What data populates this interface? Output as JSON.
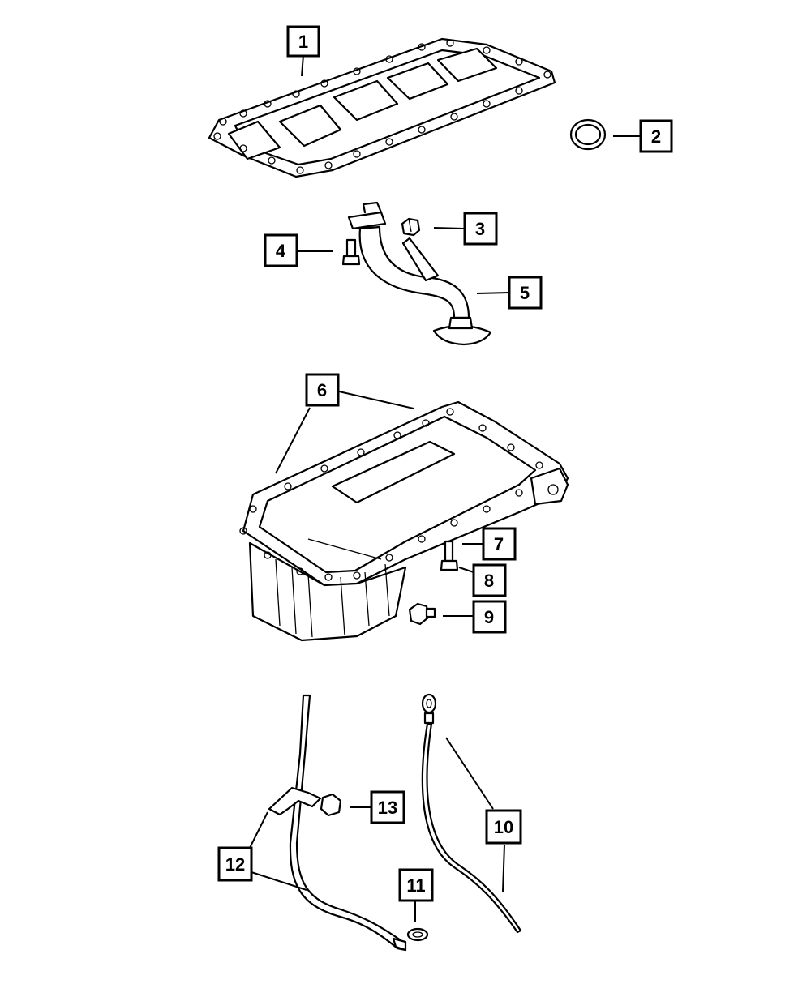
{
  "callouts": [
    {
      "id": "1",
      "label": "1"
    },
    {
      "id": "2",
      "label": "2"
    },
    {
      "id": "3",
      "label": "3"
    },
    {
      "id": "4",
      "label": "4"
    },
    {
      "id": "5",
      "label": "5"
    },
    {
      "id": "6",
      "label": "6"
    },
    {
      "id": "7",
      "label": "7"
    },
    {
      "id": "8",
      "label": "8"
    },
    {
      "id": "9",
      "label": "9"
    },
    {
      "id": "10",
      "label": "10"
    },
    {
      "id": "11",
      "label": "11"
    },
    {
      "id": "12",
      "label": "12"
    },
    {
      "id": "13",
      "label": "13"
    }
  ]
}
